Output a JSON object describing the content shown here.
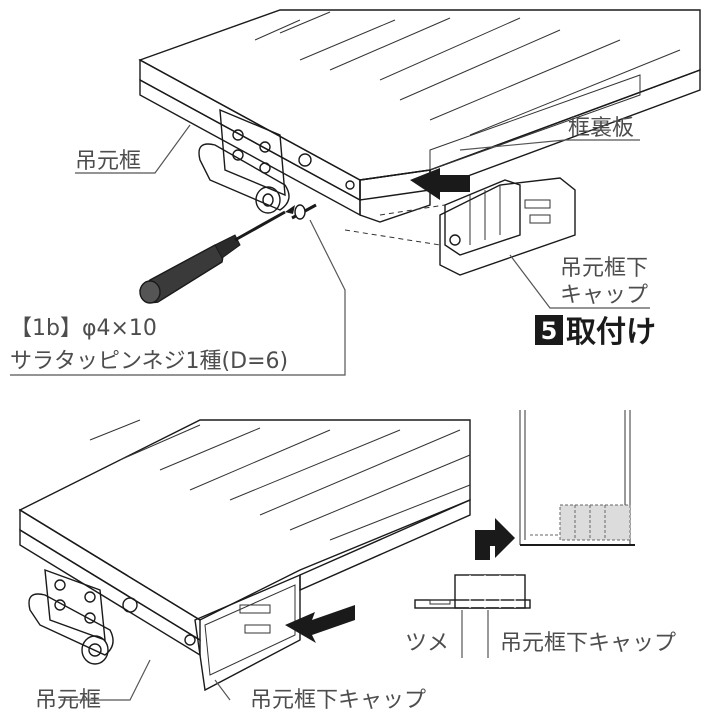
{
  "labels": {
    "hanging_frame_top": "吊元框",
    "frame_back_plate": "框裏板",
    "bottom_cap_top_line1": "吊元框下",
    "bottom_cap_top_line2": "キャップ",
    "screw_spec_line1": "【1b】φ4×10",
    "screw_spec_line2": "サラタッピンネジ1種(D=6)",
    "step_number": "5",
    "step_title": "取付け",
    "hanging_frame_bottom": "吊元框",
    "bottom_cap_bottom": "吊元框下キャップ",
    "claw": "ツメ",
    "bottom_cap_detail": "吊元框下キャップ"
  },
  "colors": {
    "label_text": "#4d4d4d",
    "outline": "#1a1a1a",
    "part_gray": "#8a8a8a",
    "step_badge": "#1a1a1a"
  }
}
